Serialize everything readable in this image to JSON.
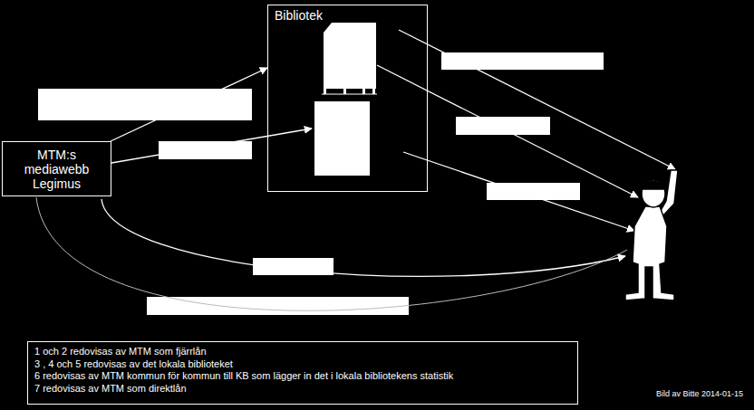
{
  "diagram": {
    "nodes": [
      {
        "text": [
          "Bibliotek"
        ]
      },
      {
        "text": [
          "MTM:s mediawebb Legimus"
        ]
      },
      {
        "text": [
          "1 och 2 redovisas av MTM som fjärrlån",
          "3 , 4 och 5 redovisas av det lokala biblioteket",
          "6 redovisas av MTM kommun för kommun till KB som lägger in det i lokala bibliotekens statistik",
          "7 redovisas av MTM som direktlån"
        ]
      }
    ],
    "edges": [
      {
        "from": 1,
        "to": 0,
        "arrow": "to"
      }
    ],
    "labels": [
      "Bild av Bitte 2014-01-15"
    ]
  }
}
